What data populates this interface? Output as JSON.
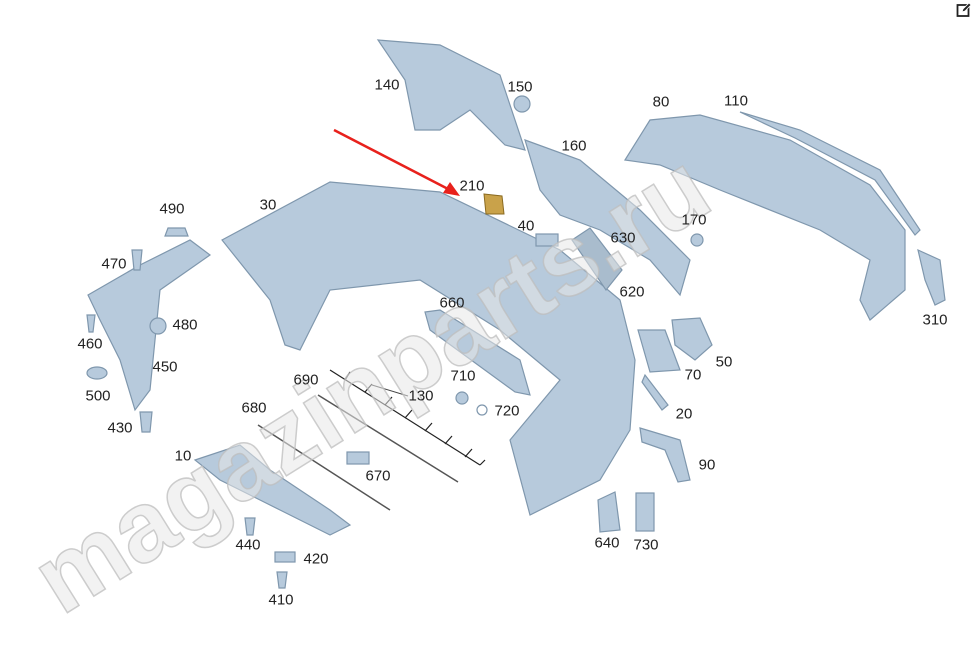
{
  "watermark": "magazinparts.ru",
  "colors": {
    "part_fill": "#b7cadc",
    "part_stroke": "#7f97ad",
    "highlight_part": "#c9a24a",
    "arrow": "#e8211c"
  },
  "icons": {
    "edit": "edit-icon"
  },
  "callouts": [
    "140",
    "150",
    "80",
    "110",
    "160",
    "210",
    "30",
    "490",
    "40",
    "170",
    "630",
    "470",
    "620",
    "660",
    "480",
    "310",
    "460",
    "50",
    "450",
    "70",
    "690",
    "710",
    "500",
    "130",
    "720",
    "20",
    "680",
    "430",
    "10",
    "90",
    "670",
    "640",
    "730",
    "440",
    "420",
    "410"
  ]
}
